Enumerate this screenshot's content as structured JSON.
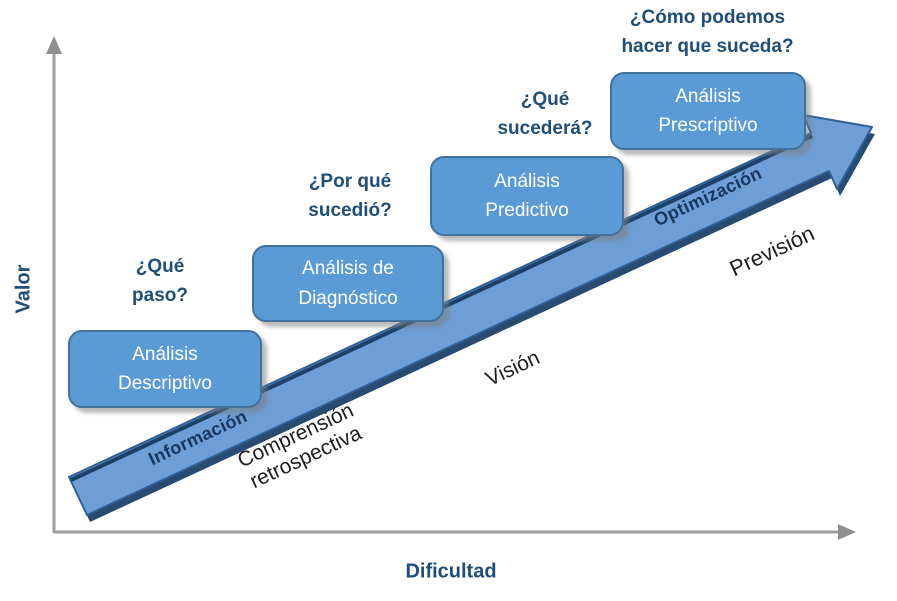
{
  "axes": {
    "y_label": "Valor",
    "x_label": "Dificultad"
  },
  "stages": [
    {
      "question_line1": "¿Qué",
      "question_line2": "paso?",
      "box_line1": "Análisis",
      "box_line2": "Descriptivo"
    },
    {
      "question_line1": "¿Por qué",
      "question_line2": "sucedió?",
      "box_line1": "Análisis de",
      "box_line2": "Diagnóstico"
    },
    {
      "question_line1": "¿Qué",
      "question_line2": "sucederá?",
      "box_line1": "Análisis",
      "box_line2": "Predictivo"
    },
    {
      "question_line1": "¿Cómo podemos",
      "question_line2": "hacer que suceda?",
      "box_line1": "Análisis",
      "box_line2": "Prescriptivo"
    }
  ],
  "arrow": {
    "on_arrow_labels": [
      {
        "text": "Información"
      },
      {
        "text": "Optimización"
      }
    ],
    "below_arrow_labels": [
      {
        "line1": "Comprensión",
        "line2": "retrospectiva"
      },
      {
        "line1": "Visión"
      },
      {
        "line1": "Previsión"
      }
    ]
  },
  "colors": {
    "box_fill": "#5b9bd5",
    "box_border": "#41719c",
    "box_text": "#ffffff",
    "question_text": "#1f4e79",
    "axis_label_text": "#1f4e79",
    "axis_line": "#9e9e9e",
    "arrow_fill": "#6d9ed5",
    "arrow_border": "#2e5f96",
    "arrow_edge_dark": "#1b4169",
    "on_arrow_label_text": "#17375e",
    "below_arrow_label_text": "#1f1f1f"
  }
}
